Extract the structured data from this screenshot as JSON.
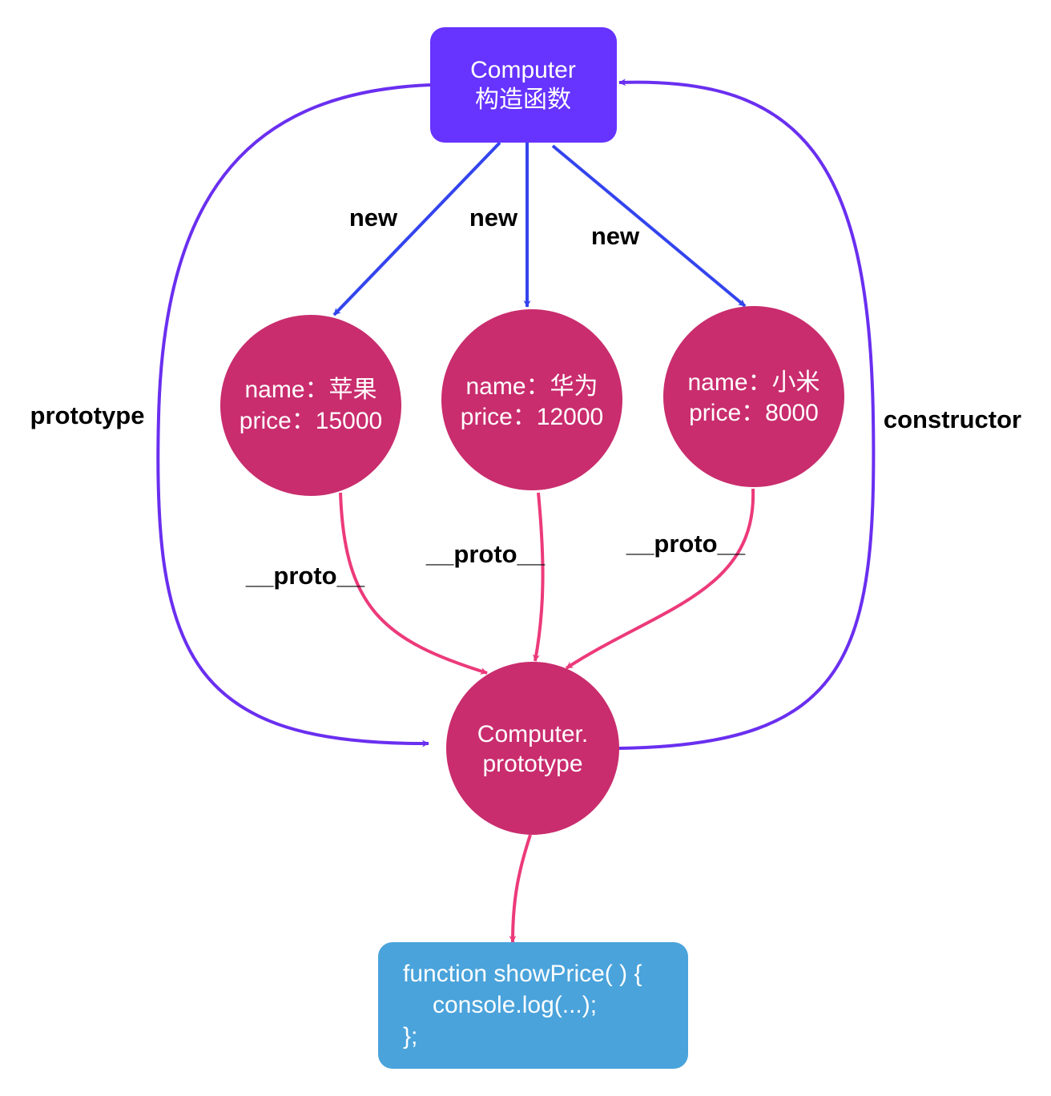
{
  "colors": {
    "constructor_box": "#6633ff",
    "instance_circle": "#c92d6e",
    "prototype_circle": "#c92d6e",
    "code_box": "#4aa3db",
    "new_arrow": "#3344ee",
    "proto_arrow": "#ec3a7a",
    "outer_arrow": "#6a2ff0",
    "label_text": "#000000",
    "node_text": "#ffffff"
  },
  "constructor_node": {
    "line1": "Computer",
    "line2": "构造函数"
  },
  "instances": [
    {
      "name_line": "name：苹果",
      "price_line": "price：15000"
    },
    {
      "name_line": "name：华为",
      "price_line": "price：12000"
    },
    {
      "name_line": "name：小米",
      "price_line": "price：8000"
    }
  ],
  "prototype_node": {
    "line1": "Computer.",
    "line2": "prototype"
  },
  "code_node": {
    "line1": "function showPrice( ) {",
    "line2": "console.log(...);",
    "line3": "};"
  },
  "edge_labels": {
    "new_1": "new",
    "new_2": "new",
    "new_3": "new",
    "proto_1": "__proto__",
    "proto_2": "__proto__",
    "proto_3": "__proto__",
    "prototype": "prototype",
    "constructor": "constructor"
  }
}
